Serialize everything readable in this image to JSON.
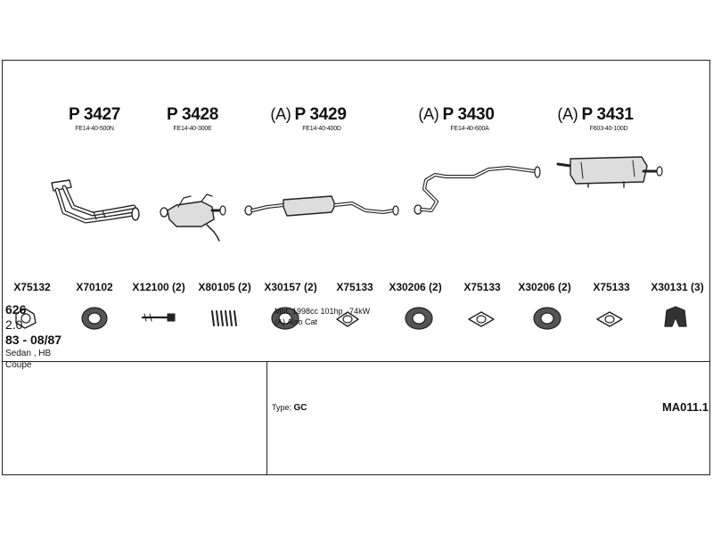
{
  "parts": [
    {
      "prefix": "",
      "code": "P 3427",
      "sub": "FE14-40-500N"
    },
    {
      "prefix": "",
      "code": "P 3428",
      "sub": "FE14-40-300E"
    },
    {
      "prefix": "(A)",
      "code": "P 3429",
      "sub": "FE14-40-400D"
    },
    {
      "prefix": "(A)",
      "code": "P 3430",
      "sub": "FE14-40-600A"
    },
    {
      "prefix": "(A)",
      "code": "P 3431",
      "sub": "F603-40-100D"
    }
  ],
  "accessories": [
    {
      "icon": "gasket-icon",
      "label": "X75132"
    },
    {
      "icon": "ring-icon",
      "label": "X70102"
    },
    {
      "icon": "bolt-icon",
      "label": "X12100 (2)"
    },
    {
      "icon": "spring-icon",
      "label": "X80105 (2)"
    },
    {
      "icon": "ring-icon",
      "label": "X30157 (2)"
    },
    {
      "icon": "gasket-icon",
      "label": "X75133"
    },
    {
      "icon": "ring-icon",
      "label": "X30206 (2)"
    },
    {
      "icon": "gasket-icon",
      "label": "X75133"
    },
    {
      "icon": "ring-icon",
      "label": "X30206 (2)"
    },
    {
      "icon": "gasket-icon",
      "label": "X75133"
    },
    {
      "icon": "hanger-icon",
      "label": "X30131 (3)"
    }
  ],
  "vehicle": {
    "model": "626",
    "engine": "2.0",
    "years": "83 - 08/87",
    "body1": "Sedan , HB",
    "body2": "Coupe"
  },
  "notes": {
    "motor": "Mot. 1998cc 101hp , 74kW",
    "also_cat": "(A) Also Cat",
    "type_label": "Type:",
    "type_value": "GC"
  },
  "reference": "MA011.1"
}
